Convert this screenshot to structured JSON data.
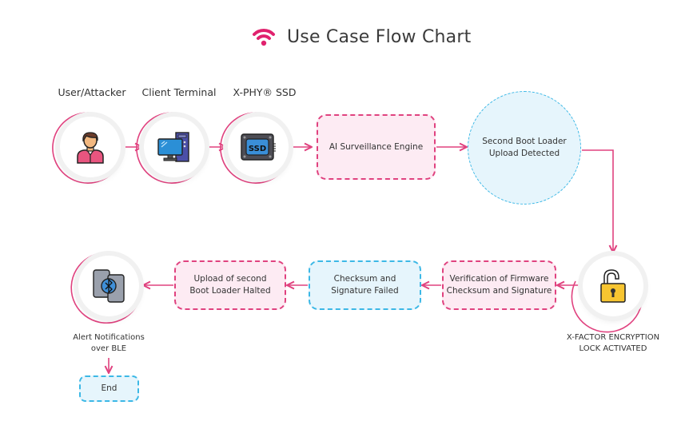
{
  "title": {
    "text": "Use Case Flow Chart",
    "icon": "wifi-icon",
    "accent": "#e0226e"
  },
  "colors": {
    "pink": "#e0427f",
    "pink_fill": "#fdebf3",
    "blue": "#3cb8e6",
    "blue_fill": "#e6f5fc",
    "arrow": "#e0427f"
  },
  "top_row": {
    "actors": [
      {
        "label": "User/Attacker",
        "icon": "user-icon"
      },
      {
        "label": "Client Terminal",
        "icon": "computer-icon"
      },
      {
        "label": "X-PHY® SSD",
        "icon": "ssd-icon"
      }
    ],
    "ai_engine": "AI Surveillance Engine",
    "detected": [
      "Second Boot Loader",
      "Upload Detected"
    ]
  },
  "lock": {
    "icon": "padlock-open-icon",
    "caption": [
      "X-FACTOR ENCRYPTION",
      "LOCK ACTIVATED"
    ]
  },
  "bottom_row": {
    "verification": [
      "Verification of Firmware",
      "Checksum and Signature"
    ],
    "failed": [
      "Checksum and",
      "Signature Failed"
    ],
    "halted": [
      "Upload of second",
      "Boot Loader Halted"
    ],
    "alert": {
      "icon": "bluetooth-phones-icon",
      "caption": [
        "Alert Notifications",
        "over BLE"
      ]
    },
    "end": "End"
  }
}
